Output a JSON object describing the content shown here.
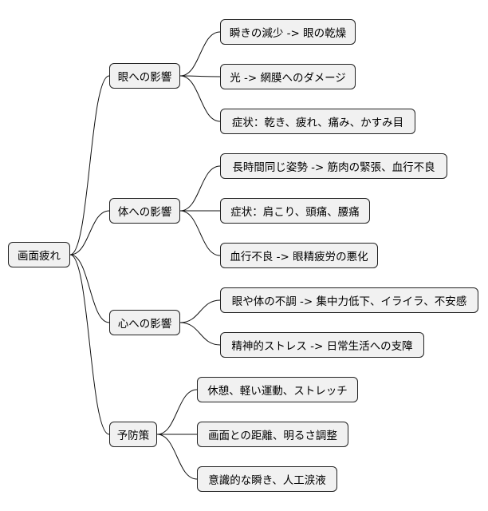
{
  "root": {
    "label": "画面疲れ"
  },
  "branches": [
    {
      "label": "眼への影響",
      "leaves": [
        "瞬きの減少 -> 眼の乾燥",
        "光 -> 網膜へのダメージ",
        "症状：乾き、疲れ、痛み、かすみ目"
      ]
    },
    {
      "label": "体への影響",
      "leaves": [
        "長時間同じ姿勢 -> 筋肉の緊張、血行不良",
        "症状：肩こり、頭痛、腰痛",
        "血行不良 -> 眼精疲労の悪化"
      ]
    },
    {
      "label": "心への影響",
      "leaves": [
        "眼や体の不調 -> 集中力低下、イライラ、不安感",
        "精神的ストレス -> 日常生活への支障"
      ]
    },
    {
      "label": "予防策",
      "leaves": [
        "休憩、軽い運動、ストレッチ",
        "画面との距離、明るさ調整",
        "意識的な瞬き、人工涙液"
      ]
    }
  ]
}
